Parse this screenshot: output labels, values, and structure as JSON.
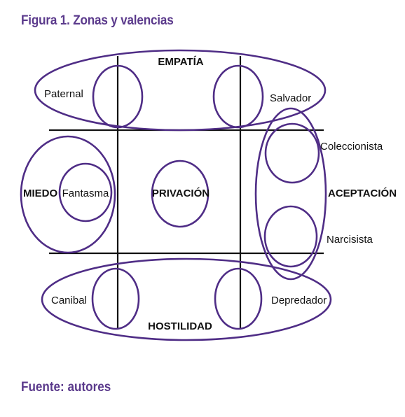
{
  "figure": {
    "title": "Figura 1. Zonas y valencias",
    "source": "Fuente: autores"
  },
  "zones": {
    "top": "EMPATÍA",
    "bottom": "HOSTILIDAD",
    "left": "MIEDO",
    "right": "ACEPTACIÓN",
    "center": "PRIVACIÓN"
  },
  "valences": {
    "paternal": "Paternal",
    "salvador": "Salvador",
    "coleccionista": "Coleccionista",
    "narcisista": "Narcisista",
    "fantasma": "Fantasma",
    "canibal": "Canibal",
    "depredador": "Depredador"
  },
  "colors": {
    "title": "#5b3a8c",
    "ellipse_stroke": "#4f2d86",
    "grid_lines": "#111111",
    "text": "#111111"
  }
}
